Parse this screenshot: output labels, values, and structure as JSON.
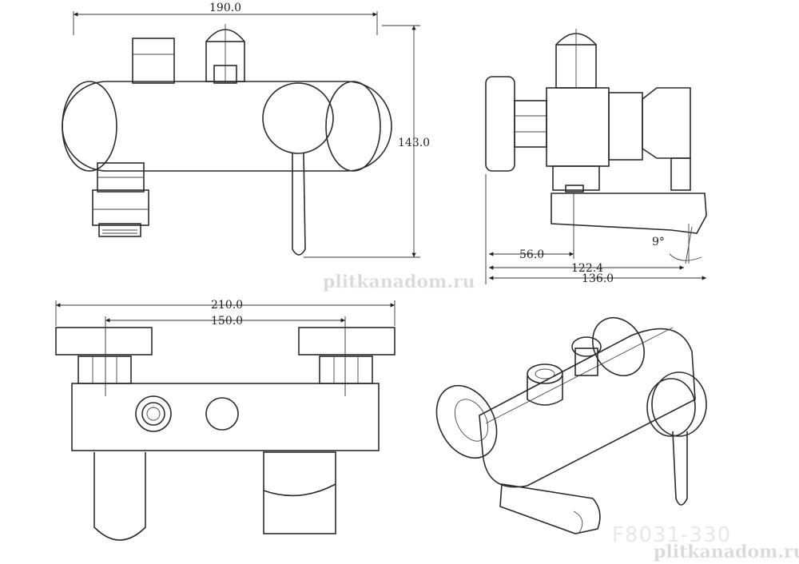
{
  "dimensions": {
    "front_width": "190.0",
    "front_height": "143.0",
    "side_a": "56.0",
    "side_b": "122.4",
    "side_c": "136.0",
    "spout_angle": "9°",
    "bottom_total": "210.0",
    "bottom_centers": "150.0"
  },
  "model_code": "F8031-330",
  "watermark": "plitkanadom.ru",
  "colors": {
    "line": "#2b2b2b",
    "background": "#ffffff",
    "watermark": "#d9d9d9"
  }
}
